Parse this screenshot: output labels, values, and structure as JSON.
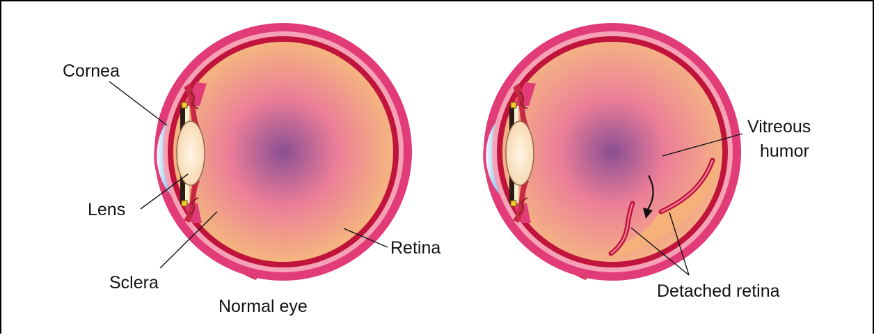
{
  "labels": {
    "cornea": "Cornea",
    "lens": "Lens",
    "sclera": "Sclera",
    "retina": "Retina",
    "normal_eye": "Normal eye",
    "vitreous_line1": "Vitreous",
    "vitreous_line2": "humor",
    "detached_retina": "Detached retina"
  },
  "colors": {
    "sclera": "#e23c78",
    "retina": "#c0143c",
    "vitreous_center": "#8a4f94",
    "vitreous_mid": "#ec7e98",
    "vitreous_edge": "#f6c07a",
    "cornea": "#2d8fd0",
    "lens": "#fbe3c4",
    "muscle": "#c82a44"
  }
}
